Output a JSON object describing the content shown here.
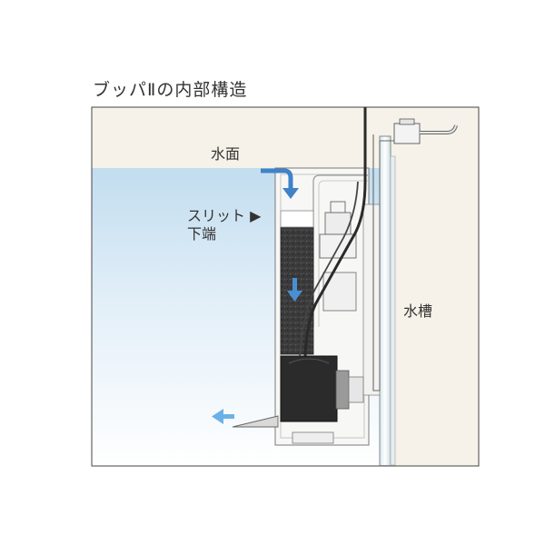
{
  "title": "ブッパⅡの内部構造",
  "labels": {
    "water_surface": "水面",
    "slit_line1": "スリット ▶",
    "slit_line2": "下端",
    "tank": "水槽"
  },
  "colors": {
    "background": "#f6f2e9",
    "water_top": "#c4dff0",
    "water_bottom": "#ffffff",
    "flow_arrow": "#3f82c9",
    "outflow_arrow": "#6cb1e6",
    "media": "#353535",
    "pump": "#2b2b2b"
  }
}
